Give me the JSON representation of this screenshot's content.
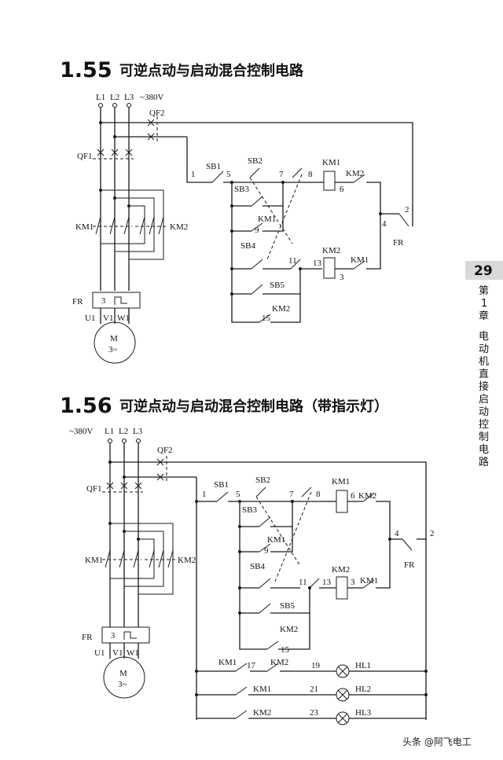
{
  "section_a": {
    "number": "1.55",
    "title": "可逆点动与启动混合控制电路"
  },
  "section_b": {
    "number": "1.56",
    "title": "可逆点动与启动混合控制电路（带指示灯）"
  },
  "side_tab": {
    "page_number": "29",
    "chapter_chars": [
      "第",
      "1",
      "章"
    ],
    "chapter_title_chars": [
      "电",
      "动",
      "机",
      "直",
      "接",
      "启",
      "动",
      "控",
      "制",
      "电",
      "路"
    ]
  },
  "watermark": "头条 @阿飞电工",
  "diagram_a": {
    "supply": "~380V",
    "phases": [
      "L1",
      "L2",
      "L3"
    ],
    "breakers": [
      "QF1",
      "QF2"
    ],
    "contactors": [
      "KM1",
      "KM2"
    ],
    "relay": "FR",
    "relay_num": "3",
    "terminals": [
      "U1",
      "V1",
      "W1"
    ],
    "motor": "M",
    "motor_sub": "3~",
    "buttons": [
      "SB1",
      "SB2",
      "SB3",
      "SB4",
      "SB5"
    ],
    "nodes": [
      "1",
      "2",
      "3",
      "4",
      "5",
      "6",
      "7",
      "8",
      "9",
      "11",
      "13",
      "15"
    ]
  },
  "diagram_b": {
    "supply": "~380V",
    "phases": [
      "L1",
      "L2",
      "L3"
    ],
    "breakers": [
      "QF1",
      "QF2"
    ],
    "contactors": [
      "KM1",
      "KM2"
    ],
    "relay": "FR",
    "relay_num": "3",
    "terminals": [
      "U1",
      "V1",
      "W1"
    ],
    "motor": "M",
    "motor_sub": "3~",
    "buttons": [
      "SB1",
      "SB2",
      "SB3",
      "SB4",
      "SB5"
    ],
    "nodes": [
      "1",
      "2",
      "3",
      "4",
      "5",
      "6",
      "7",
      "8",
      "9",
      "11",
      "13",
      "15",
      "17",
      "19",
      "21",
      "23"
    ],
    "lamps": [
      "HL1",
      "HL2",
      "HL3"
    ]
  }
}
